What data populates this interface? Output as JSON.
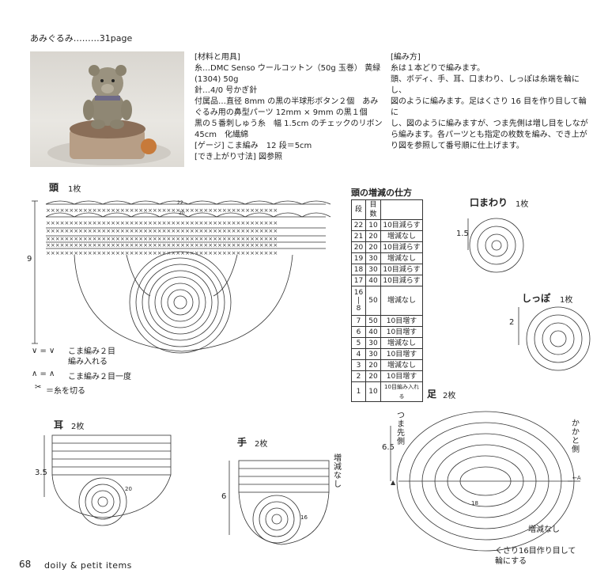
{
  "header": {
    "title": "あみぐるみ………31page"
  },
  "materials": {
    "heading": "[材料と用具]",
    "lines": [
      "糸…DMC Senso ウールコットン（50g 玉巻） 黄緑",
      "(1304) 50g",
      "針…4/0 号かぎ針",
      "付属品…直径 8mm の黒の半球形ボタン２個　あみ",
      "ぐるみ用の鼻型パーツ 12mm × 9mm の黒１個",
      "黒の５番刺しゅう糸　幅 1.5cm のチェックのリボン",
      "45cm　化繊綿"
    ],
    "gauge_heading": "[ゲージ]",
    "gauge_text": "こま編み　12 段＝5cm",
    "size_heading": "[でき上がり寸法]",
    "size_text": "図参照"
  },
  "method": {
    "heading": "[編み方]",
    "lines": [
      "糸は１本どりで編みます。",
      "頭、ボディ、手、耳、口まわり、しっぽは糸端を輪にし、",
      "図のように編みます。足はくさり 16 目を作り目して輪に",
      "し、図のように編みますが、つま先側は増し目をしなが",
      "ら編みます。各パーツとも指定の枚数を編み、でき上が",
      "り図を参照して番号順に仕上げます。"
    ]
  },
  "head": {
    "label": "頭",
    "count": "1枚",
    "height": "9",
    "rows": [
      "22",
      "20"
    ]
  },
  "legend": [
    {
      "symbol": "∨ = ∨",
      "text": "こま編み２目\n編み入れる"
    },
    {
      "symbol": "∧ = ∧",
      "text": "こま編み２目一度"
    },
    {
      "symbol": "✂",
      "text": "＝糸を切る"
    }
  ],
  "increase_table": {
    "title": "頭の増減の仕方",
    "headers": [
      "段",
      "目数",
      ""
    ],
    "rows": [
      [
        "22",
        "10",
        "10目減らす"
      ],
      [
        "21",
        "20",
        "増減なし"
      ],
      [
        "20",
        "20",
        "10目減らす"
      ],
      [
        "19",
        "30",
        "増減なし"
      ],
      [
        "18",
        "30",
        "10目減らす"
      ],
      [
        "17",
        "40",
        "10目減らす"
      ],
      [
        "16\n|\n8",
        "50",
        "増減なし"
      ],
      [
        "7",
        "50",
        "10目増す"
      ],
      [
        "6",
        "40",
        "10目増す"
      ],
      [
        "5",
        "30",
        "増減なし"
      ],
      [
        "4",
        "30",
        "10目増す"
      ],
      [
        "3",
        "20",
        "増減なし"
      ],
      [
        "2",
        "20",
        "10目増す"
      ],
      [
        "1",
        "10",
        "10目編み入れる"
      ]
    ]
  },
  "mouth": {
    "label": "口まわり",
    "count": "1枚",
    "size": "1.5"
  },
  "tail": {
    "label": "しっぽ",
    "count": "1枚",
    "size": "2"
  },
  "ear": {
    "label": "耳",
    "count": "2枚",
    "size": "3.5",
    "row": "20"
  },
  "hand": {
    "label": "手",
    "count": "2枚",
    "size": "6",
    "row": "16",
    "note": "増減なし"
  },
  "foot": {
    "label": "足",
    "count": "2枚",
    "size": "6.5",
    "toe": "つま先側",
    "heel": "かかと側",
    "row": "18",
    "note1": "増減なし",
    "note2": "くさり16目作り目して\n輪にする"
  },
  "footer": {
    "page": "68",
    "text": "doily & petit items"
  }
}
